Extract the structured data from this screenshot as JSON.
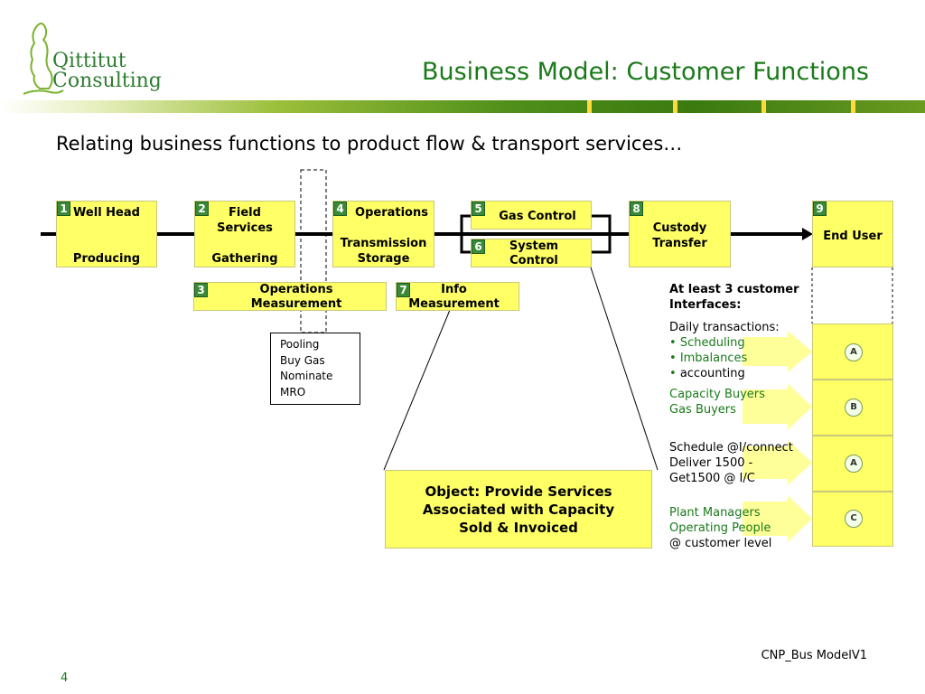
{
  "header": {
    "logo_line1": "Qittitut",
    "logo_line2": "Consulting",
    "title": "Business Model: Customer Functions",
    "subtitle": "Relating business functions to product flow & transport services…"
  },
  "nodes": [
    {
      "num": "1",
      "line1": "Well Head",
      "line2": "Producing"
    },
    {
      "num": "2",
      "line1": "Field Services",
      "line2": "Gathering"
    },
    {
      "num": "4",
      "line1": "Operations",
      "line2": "Transmission Storage"
    },
    {
      "num": "5",
      "line1": "Gas Control"
    },
    {
      "num": "6",
      "line1": "System Control"
    },
    {
      "num": "8",
      "line1": "Custody Transfer"
    },
    {
      "num": "9",
      "line1": "End User"
    },
    {
      "num": "3",
      "line1": "Operations Measurement"
    },
    {
      "num": "7",
      "line1": "Info Measurement"
    }
  ],
  "pooling_list": [
    "Pooling",
    "Buy Gas",
    "Nominate",
    "MRO"
  ],
  "object_box": "Object: Provide Services Associated with Capacity Sold & Invoiced",
  "interfaces": {
    "heading": "At least 3 customer Interfaces:",
    "daily_heading": "Daily transactions:",
    "daily_items": [
      "Scheduling",
      "Imbalances",
      "accounting"
    ],
    "group_b": [
      "Capacity Buyers",
      "Gas Buyers"
    ],
    "group_a2": [
      "Schedule @I/connect",
      "Deliver 1500 -",
      "Get1500 @ I/C"
    ],
    "group_c": [
      "Plant Managers",
      "Operating People",
      "@ customer level"
    ],
    "circles": [
      "A",
      "B",
      "A",
      "C"
    ]
  },
  "footer": {
    "doc_id": "CNP_Bus ModelV1",
    "page_number": "4"
  },
  "colors": {
    "accent_green": "#1a7a1a",
    "box_yellow": "#ffff66",
    "arrow_yellow": "#ffff99"
  }
}
